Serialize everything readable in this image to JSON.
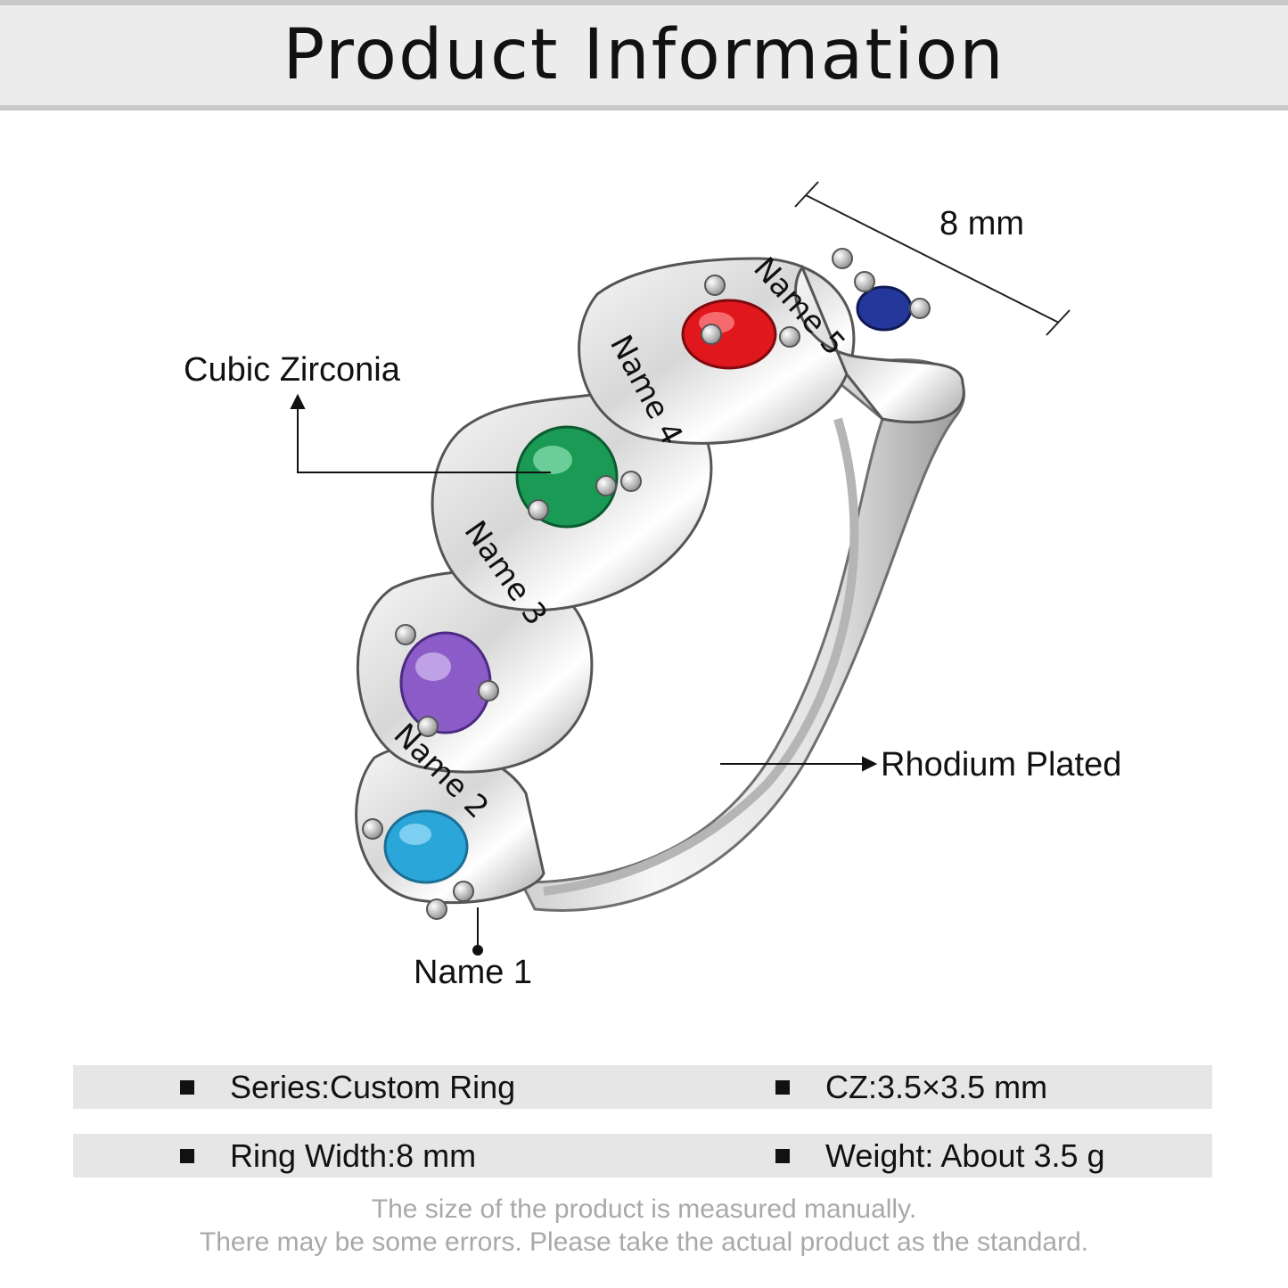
{
  "header": {
    "title": "Product Information"
  },
  "callouts": {
    "width": "8 mm",
    "stone": "Cubic Zirconia",
    "plating": "Rhodium Plated",
    "name1": "Name 1"
  },
  "engravings": [
    "Name 2",
    "Name 3",
    "Name 4",
    "Name 5"
  ],
  "stones": [
    {
      "name": "aquamarine",
      "color": "#2aa7d8"
    },
    {
      "name": "amethyst",
      "color": "#8b5cc7"
    },
    {
      "name": "emerald",
      "color": "#1a9a55"
    },
    {
      "name": "ruby",
      "color": "#e0181e"
    },
    {
      "name": "sapphire",
      "color": "#23389a"
    }
  ],
  "specs": {
    "series": "Series:Custom Ring",
    "cz": "CZ:3.5×3.5 mm",
    "width": "Ring Width:8 mm",
    "weight": "Weight: About 3.5 g"
  },
  "notes": {
    "line1": "The size of the product is measured manually.",
    "line2": "There may be some errors. Please take the actual product as the standard."
  }
}
